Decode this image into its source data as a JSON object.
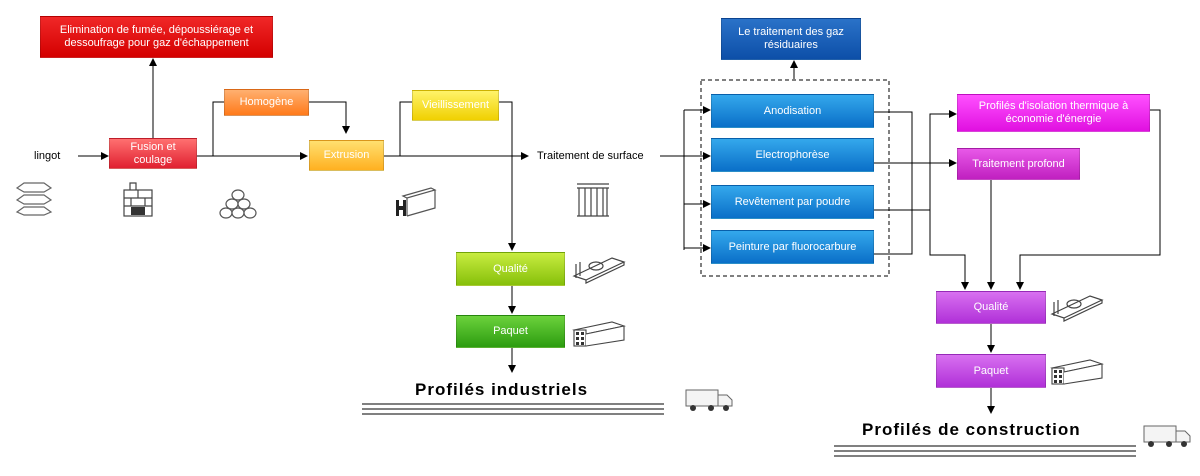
{
  "nodes": {
    "exhaust": "Elimination de fumée, dépoussiérage et dessoufrage pour gaz d'échappement",
    "ingot": "lingot",
    "melting": "Fusion et coulage",
    "homogenize": "Homogène",
    "extrusion": "Extrusion",
    "aging": "Vieillissement",
    "surface": "Traitement de surface",
    "waste_gas": "Le traitement des gaz résiduaires",
    "anodizing": "Anodisation",
    "electrophoresis": "Electrophorèse",
    "powder": "Revêtement par poudre",
    "fluorocarbon": "Peinture par fluorocarbure",
    "insulation": "Profilés d'isolation thermique à économie d'énergie",
    "deep": "Traitement profond",
    "quality_ind": "Qualité",
    "package_ind": "Paquet",
    "quality_con": "Qualité",
    "package_con": "Paquet"
  },
  "outputs": {
    "industrial": "Profilés industriels",
    "construction": "Profilés de construction"
  },
  "icons": [
    "ingot-icon",
    "furnace-icon",
    "logs-icon",
    "profile-icon",
    "rack-icon",
    "inspection-icon",
    "stack-icon",
    "truck-icon"
  ],
  "colors": {
    "exhaust": "#e00000",
    "melting": "#e83040",
    "homogenize": "#ff8a30",
    "extrusion": "#ffb828",
    "aging": "#f5dc10",
    "waste_gas": "#0f56b0",
    "surface_methods": "#1a86d8",
    "quality_ind": "#9ed022",
    "package_ind": "#3ab01c",
    "insulation": "#f020f0",
    "deep": "#d028d0",
    "construction_steps": "#c040e0"
  }
}
